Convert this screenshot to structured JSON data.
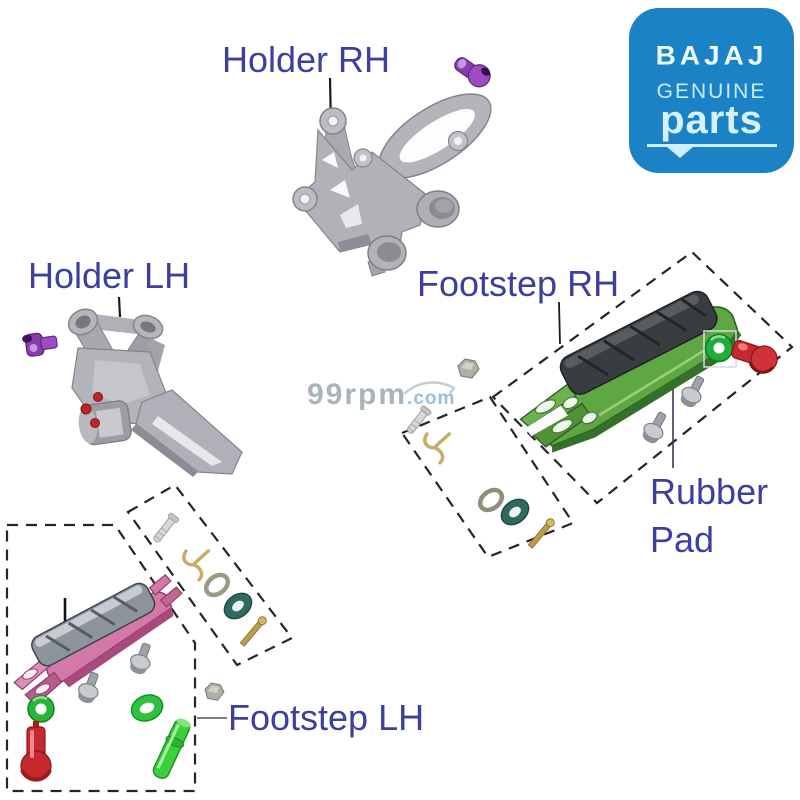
{
  "labels": {
    "holder_rh": "Holder RH",
    "holder_lh": "Holder LH",
    "footstep_rh": "Footstep RH",
    "footstep_lh": "Footstep LH",
    "rubber_pad": "Rubber Pad"
  },
  "logo": {
    "brand": "BAJAJ",
    "genuine": "GENUINE",
    "parts": "parts"
  },
  "watermark": {
    "site": "99rpm",
    "tld": ".com"
  },
  "colors": {
    "label_text": "#3c3fa0",
    "logo_bg": "#1b82c5",
    "logo_text": "#d4f1fc",
    "footstep_rh_green": "#5fa743",
    "footstep_lh_pink": "#d279a8",
    "rubber_pad_dark": "#383d40",
    "bolt_purple": "#8c3fae",
    "bolt_red": "#c5282e",
    "oring_green": "#28b33c",
    "oring_teal": "#2f6a60",
    "holder_gray": "#b1b1b8",
    "watermark_gray": "#9aa8b2",
    "watermark_blue": "#7fafd4"
  }
}
